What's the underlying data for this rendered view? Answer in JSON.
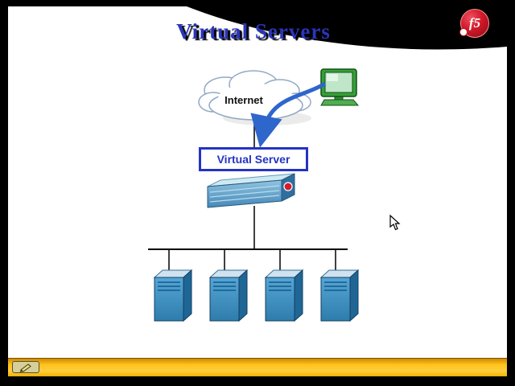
{
  "slide": {
    "title": "Virtual Servers"
  },
  "logo": {
    "text": "f5"
  },
  "diagram": {
    "internet_label": "Internet",
    "virtual_server_label": "Virtual Server",
    "server_count": 4
  },
  "icons": {
    "f5_logo": "red-ball-with-f5",
    "internet_cloud": "cloud-shape",
    "workstation": "green-crt-monitor-with-keyboard",
    "bigip_appliance": "3d-rack-device-with-f5-ball",
    "server_tower": "3d-blue-tower",
    "pen_tool": "pencil",
    "mouse_cursor": "arrow-pointer"
  },
  "colors": {
    "title_blue": "#2a35b8",
    "logo_red": "#d01828",
    "arrow_blue": "#2e66cc",
    "box_border_blue": "#2433c4",
    "server_blue": "#3f93c6",
    "appliance_blue": "#5b9fc9",
    "taskbar_yellow": "#ffc41e",
    "background_black": "#000000",
    "slide_white": "#ffffff"
  }
}
